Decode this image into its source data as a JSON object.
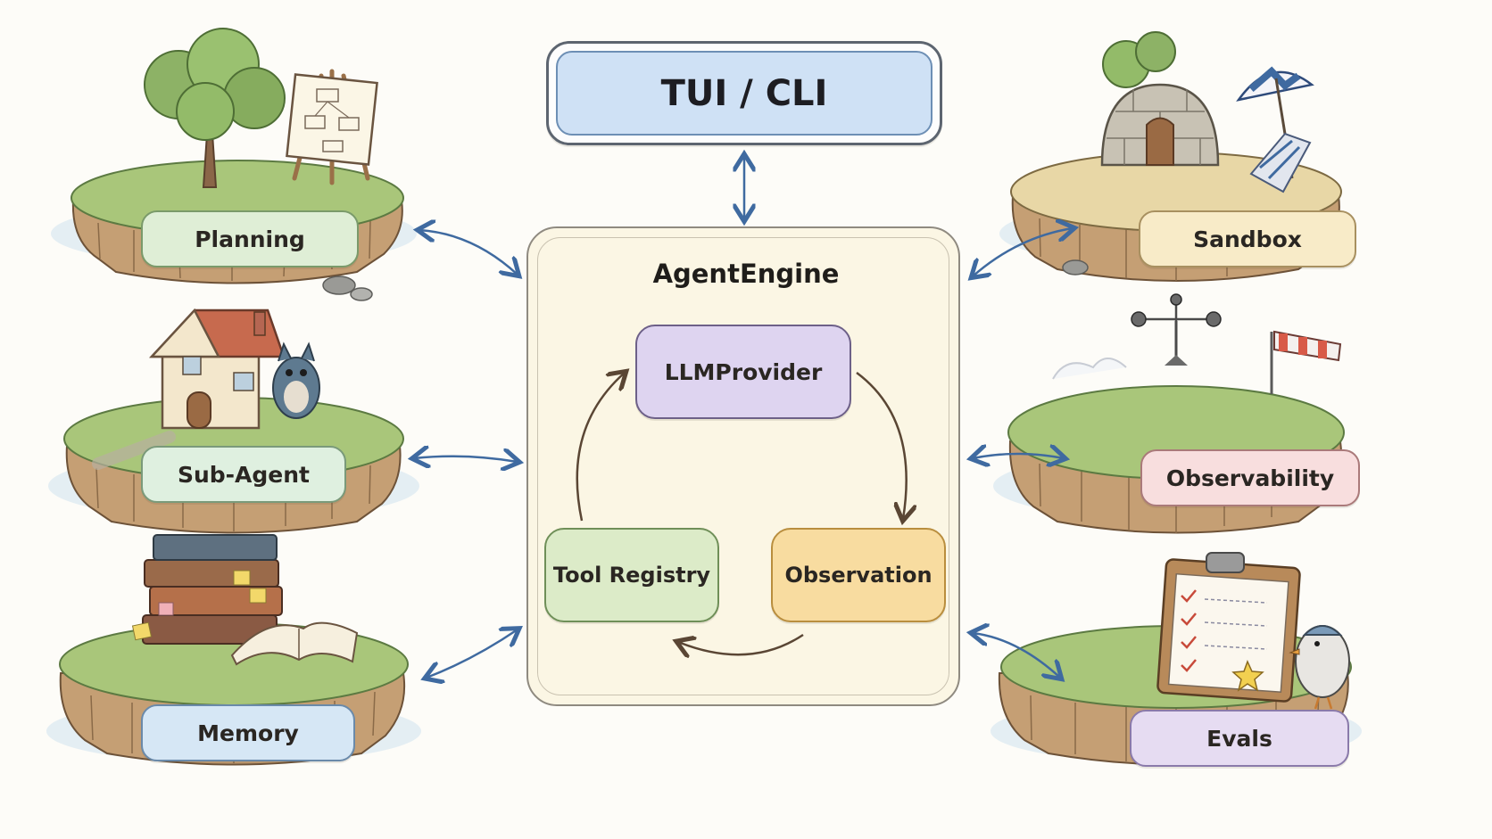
{
  "top": {
    "label": "TUI / CLI"
  },
  "engine": {
    "title": "AgentEngine",
    "nodes": [
      {
        "id": "llm",
        "label": "LLMProvider",
        "color": "#ded4f0",
        "border": "#7a6a9e"
      },
      {
        "id": "obs",
        "label": "Observation",
        "color": "#f8dca0",
        "border": "#b98e3e"
      },
      {
        "id": "tools",
        "label": "Tool Registry",
        "color": "#dcebc8",
        "border": "#6f8f58"
      }
    ]
  },
  "islands": {
    "left": [
      {
        "id": "planning",
        "label": "Planning",
        "color": "#dfeed6",
        "icon": "tree-easel-icon"
      },
      {
        "id": "subagent",
        "label": "Sub-Agent",
        "color": "#dff0e0",
        "icon": "cottage-owl-icon"
      },
      {
        "id": "memory",
        "label": "Memory",
        "color": "#d6e7f5",
        "icon": "books-icon"
      }
    ],
    "right": [
      {
        "id": "sandbox",
        "label": "Sandbox",
        "color": "#f8ebc8",
        "icon": "stone-hut-umbrella-icon"
      },
      {
        "id": "observability",
        "label": "Observability",
        "color": "#f8dede",
        "icon": "windsock-anemometer-icon"
      },
      {
        "id": "evals",
        "label": "Evals",
        "color": "#e6dcf2",
        "icon": "clipboard-bird-icon"
      }
    ]
  },
  "colors": {
    "arrow": "#3f6aa0",
    "cycle_arrow": "#5a4634",
    "grass": "#a8c57a",
    "soil": "#c7a37a",
    "water": "#cfe0ec"
  }
}
